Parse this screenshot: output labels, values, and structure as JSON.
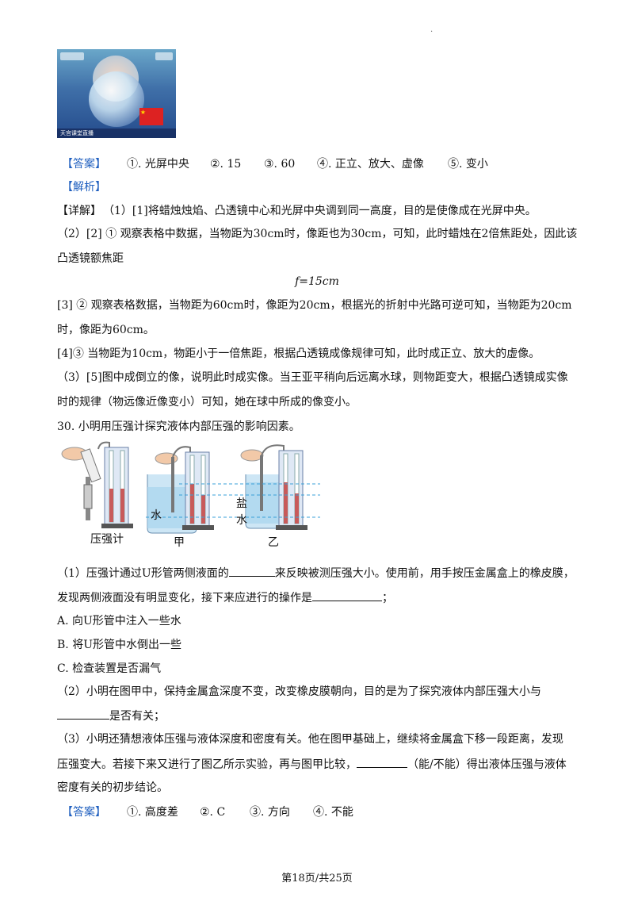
{
  "top_mark": ".",
  "photo": {
    "caption": "天宫课堂直播"
  },
  "answer1": {
    "tag": "【答案】",
    "items": [
      "①. 光屏中央",
      "②. 15",
      "③. 60",
      "④. 正立、放大、虚像",
      "⑤. 变小"
    ]
  },
  "analysis_tag": "【解析】",
  "detail": {
    "tag": "【详解】",
    "l1": "（1）[1]将蜡烛烛焰、凸透镜中心和光屏中央调到同一高度，目的是使像成在光屏中央。",
    "l2": "（2）[2] ① 观察表格中数据，当物距为30cm时，像距也为30cm，可知，此时蜡烛在2倍焦距处，因此该",
    "l3": "凸透镜额焦距",
    "l4": "f=15cm",
    "l5": "[3] ② 观察表格数据，当物距为60cm时，像距为20cm，根据光的折射中光路可逆可知，当物距为20cm",
    "l6": "时，像距为60cm。",
    "l7": "[4]③ 当物距为10cm，物距小于一倍焦距，根据凸透镜成像规律可知，此时成正立、放大的虚像。",
    "l8": "（3）[5]图中成倒立的像，说明此时成实像。当王亚平稍向后远离水球，则物距变大，根据凸透镜成实像",
    "l9": "时的规律（物远像近像变小）可知，她在球中所成的像变小。"
  },
  "q30": {
    "title": "30. 小明用压强计探究液体内部压强的影响因素。",
    "figure": {
      "label_a": "压强计",
      "label_b": "甲",
      "label_c": "乙",
      "water": "水",
      "brine1": "盐",
      "brine2": "水"
    },
    "p1a": "（1）压强计通过U形管两侧液面的",
    "p1b": "来反映被测压强大小。使用前，用手按压金属盒上的橡皮膜，",
    "p1c": "发现两侧液面没有明显变化，接下来应进行的操作是",
    "p1d": "；",
    "optA": "A. 向U形管中注入一些水",
    "optB": "B. 将U形管中水倒出一些",
    "optC": "C. 检查装置是否漏气",
    "p2a": "（2）小明在图甲中，保持金属盒深度不变，改变橡皮膜朝向，目的是为了探究液体内部压强大小与",
    "p2b": "是否有关；",
    "p3a": "（3）小明还猜想液体压强与液体深度和密度有关。他在图甲基础上，继续将金属盒下移一段距离，发现",
    "p3b": "压强变大。若接下来又进行了图乙所示实验，再与图甲比较，",
    "p3c": "（能/不能）得出液体压强与液体",
    "p3d": "密度有关的初步结论。"
  },
  "answer2": {
    "tag": "【答案】",
    "items": [
      "①. 高度差",
      "②. C",
      "③. 方向",
      "④. 不能"
    ]
  },
  "footer": "第18页/共25页"
}
